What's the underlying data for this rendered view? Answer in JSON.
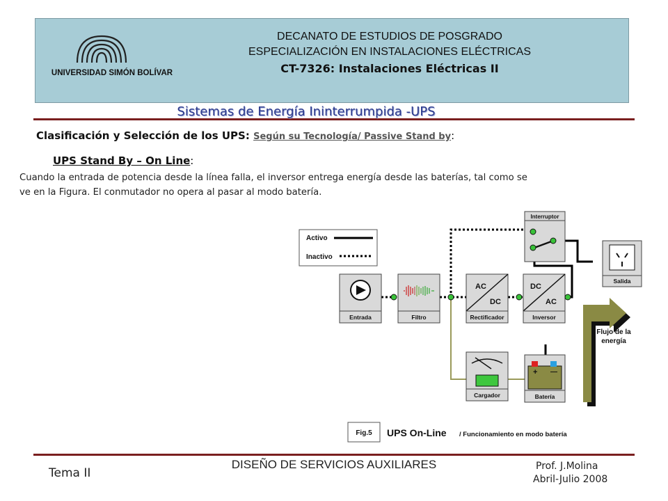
{
  "header": {
    "university": "UNIVERSIDAD SIMÓN BOLÍVAR",
    "line1": "DECANATO DE ESTUDIOS DE POSGRADO",
    "line2": "ESPECIALIZACIÓN EN INSTALACIONES ELÉCTRICAS",
    "line3": "CT-7326: Instalaciones Eléctricas II"
  },
  "slide": {
    "title": "Sistemas de Energía Ininterrumpida -UPS",
    "section_main": "Clasificación y Selección de los UPS",
    "section_colon": ": ",
    "section_sub": "Según su Tecnología/ Passive Stand by",
    "section_end": ":",
    "subsection": "UPS Stand By – On Line",
    "subsection_end": ":",
    "body_line1": "Cuando la entrada de potencia desde la línea falla, el inversor entrega energía desde las baterías, tal como se",
    "body_line2": "ve en la Figura. El conmutador no opera al pasar al modo batería."
  },
  "diagram": {
    "legend_active": "Activo",
    "legend_inactive": "Inactivo",
    "blocks": {
      "entrada": "Entrada",
      "filtro": "Filtro",
      "rectificador": "Rectificador",
      "inversor": "Inversor",
      "interruptor": "Interruptor",
      "salida": "Salida",
      "cargador": "Cargador",
      "bateria": "Batería"
    },
    "ac": "AC",
    "dc": "DC",
    "plus": "+",
    "minus": "—",
    "flow_line1": "Flujo de la",
    "flow_line2": "energía",
    "fig_label": "Fig.5",
    "caption_main": "UPS On-Line",
    "caption_sub": "/ Funcionamiento en modo batería"
  },
  "footer": {
    "left": "Tema II",
    "center": "DISEÑO DE SERVICIOS AUXILIARES",
    "right1": "Prof. J.Molina",
    "right2": "Abril-Julio  2008"
  },
  "colors": {
    "header_bg": "#a7ccd6",
    "rule": "#7a1f1f",
    "title": "#2c3a8c",
    "block_bg": "#d9d9d9",
    "olive": "#8a8a44",
    "green_node": "#39c239"
  }
}
